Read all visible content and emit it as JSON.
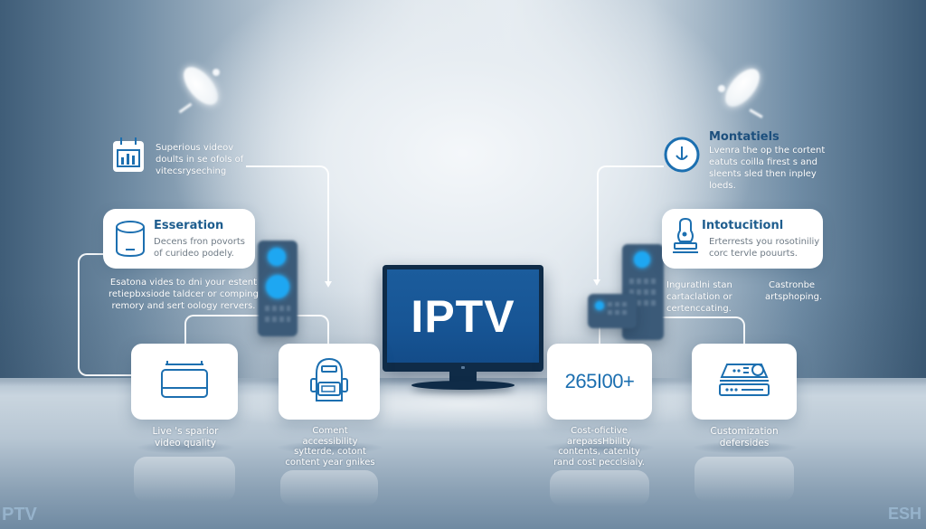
{
  "diagram": {
    "main_label": "IPTV",
    "colors": {
      "accent_blue": "#1c6fb0",
      "title_blue": "#1e5d8e",
      "tv_screen": "#175595",
      "tv_frame": "#0f2b47",
      "led_blue": "#1ea7f2",
      "background_edge": "#3f5d78",
      "background_center": "#e6ecf1"
    },
    "top_left_note": {
      "icon": "bar-chart-calendar-icon",
      "text_lines": [
        "Superious videov",
        "doults in se ofols of",
        "vitecsryseching"
      ]
    },
    "left_card": {
      "icon": "cylinder-storage-icon",
      "title": "Esseration",
      "desc_lines": [
        "Decens fron povorts",
        "of curideo podely."
      ]
    },
    "left_note": {
      "text_lines": [
        "Esatona vides to dni your estent",
        "retiepbxsiode taldcer or comping",
        "remory and sert oology rervers."
      ]
    },
    "top_right_note": {
      "icon": "download-circle-icon",
      "title": "Montatiels",
      "text_lines": [
        "Lvenra the op the cortent",
        "eatuts coilla firest s and",
        "sleents sled then inpley",
        "loeds."
      ]
    },
    "right_card": {
      "icon": "user-desk-icon",
      "title": "Intotucitionl",
      "desc_lines": [
        "Erterrests you rosotiniliy",
        "corc tervle pouurts."
      ]
    },
    "right_note_a": {
      "text_lines": [
        "Inguratlni stan",
        "cartaclation or",
        "certenccating."
      ]
    },
    "right_note_b": {
      "text_lines": [
        "Castronbe",
        "artsphoping."
      ]
    },
    "tiles": [
      {
        "icon": "tablet-screen-icon",
        "caption_lines": [
          "Live 's sparior",
          "video quality"
        ]
      },
      {
        "icon": "backpack-device-icon",
        "caption_lines": [
          "Coment",
          "accessibility",
          "sytterde, cotont",
          "content year gnikes"
        ]
      },
      {
        "stat": "265I00+",
        "caption_lines": [
          "Cost-ofictive",
          "arepassHbility",
          "contents, catenity",
          "rand cost pecclsialy."
        ]
      },
      {
        "icon": "router-server-icon",
        "caption_lines": [
          "Customization",
          "defersides"
        ]
      }
    ],
    "watermark_left": "PTV",
    "watermark_right": "ESH"
  }
}
